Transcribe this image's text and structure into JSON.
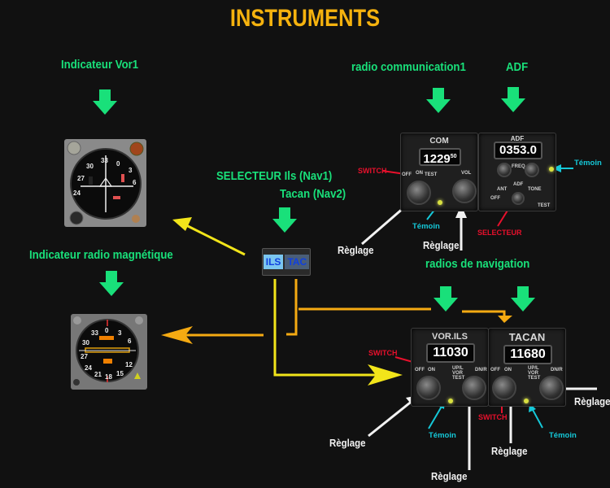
{
  "title": "INSTRUMENTS",
  "colors": {
    "title": "#f5b20e",
    "label_green": "#19e07a",
    "arrow_green": "#19e07a",
    "arrow_yellow": "#f2e51a",
    "arrow_orange": "#f5aa12",
    "switch_red": "#e8102c",
    "temoin_cyan": "#15c8d8",
    "reglage_white": "#f2f2f2"
  },
  "labels": {
    "vor1": "Indicateur Vor1",
    "rmi": "Indicateur radio magnétique",
    "selector_line1": "SELECTEUR Ils (Nav1)",
    "selector_line2": "Tacan (Nav2)",
    "com1": "radio communication1",
    "adf": "ADF",
    "nav_radios": "radios de navigation"
  },
  "selector": {
    "ils": "ILS",
    "tac": "TAC"
  },
  "com_panel": {
    "name": "COM",
    "freq_main": "1229",
    "freq_sub": "50",
    "off": "OFF",
    "on": "ON",
    "test": "TEST",
    "vol": "VOL"
  },
  "adf_panel": {
    "name": "ADF",
    "freq": "0353.0",
    "freq_label": "FREQ",
    "ant": "ANT",
    "adf": "ADF",
    "tone": "TONE",
    "off": "OFF",
    "test": "TEST"
  },
  "vor_panel": {
    "name": "VOR.ILS",
    "freq": "11030",
    "off": "OFF",
    "on": "ON",
    "mode": "UP/L VOR TEST",
    "dn": "DN/R"
  },
  "tacan_panel": {
    "name": "TACAN",
    "freq": "11680",
    "off": "OFF",
    "on": "ON",
    "mode": "UP/L VOR TEST",
    "dn": "DN/R"
  },
  "annotations": {
    "switch": "SWITCH",
    "temoin": "Témoin",
    "reglage": "Règlage",
    "selecteur": "SELECTEUR"
  },
  "vor_dial": [
    "33",
    "0",
    "3",
    "6",
    "24",
    "27",
    "30"
  ],
  "rmi_dial": [
    "33",
    "0",
    "3",
    "6",
    "30",
    "27",
    "24",
    "21",
    "18",
    "15",
    "12"
  ]
}
